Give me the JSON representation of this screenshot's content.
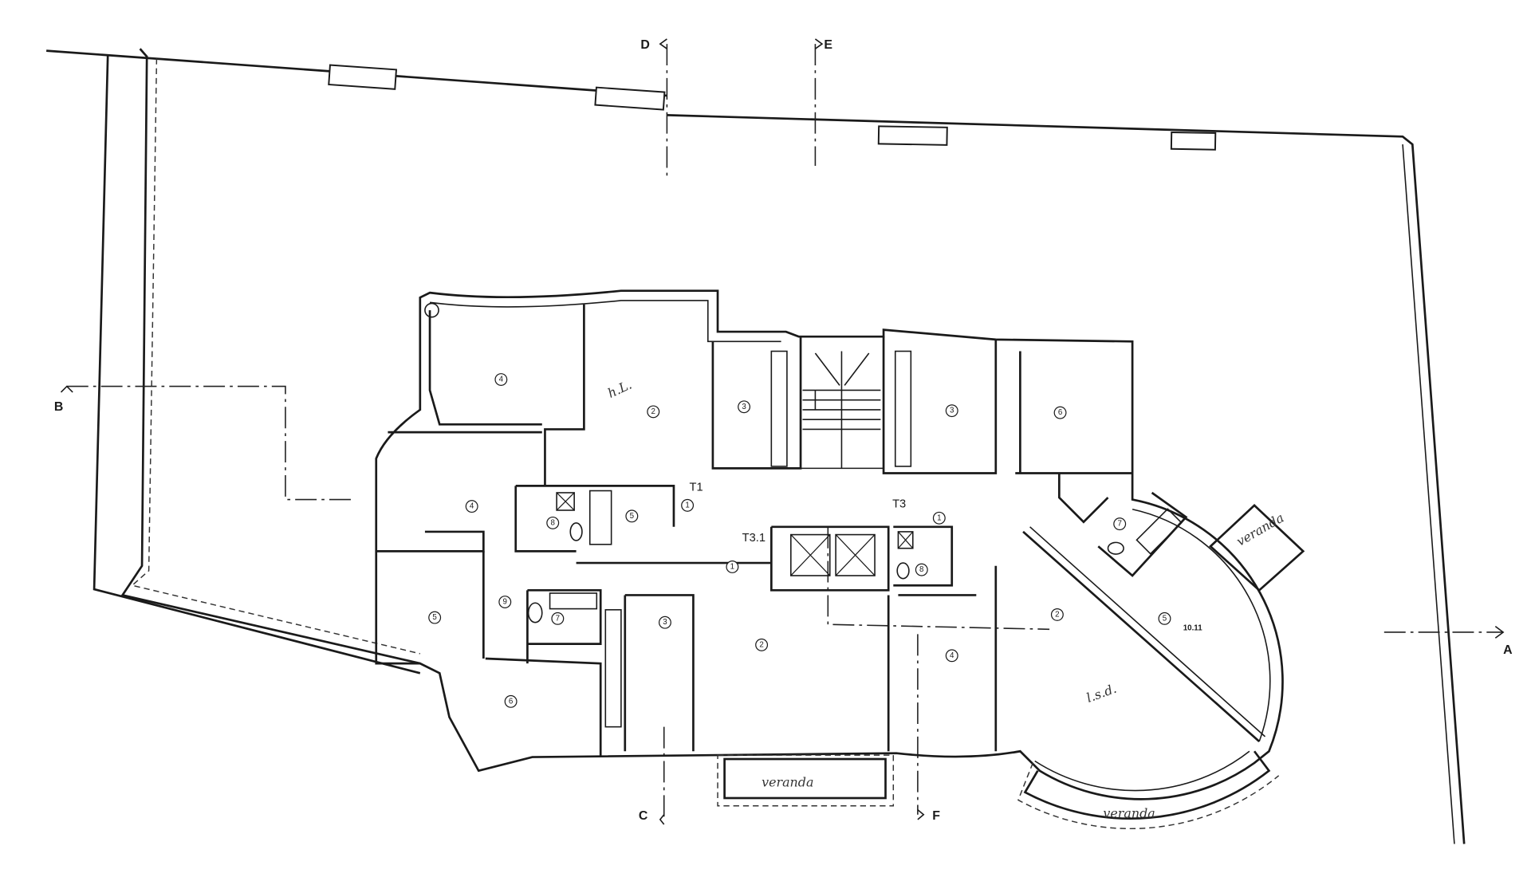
{
  "sections": {
    "D": "D",
    "E": "E",
    "B": "B",
    "A": "A",
    "C": "C",
    "F": "F"
  },
  "markers": {
    "t1": "T1",
    "t3": "T3",
    "t31": "T3.1"
  },
  "area_label": "10.11",
  "handwritten": {
    "veranda_bottom": "veranda",
    "veranda_round": "veranda",
    "veranda_right": "veranda",
    "living": "l.s.d.",
    "note_top": "h.L."
  },
  "rooms": [
    "4",
    "2",
    "3",
    "3",
    "6",
    "4",
    "8",
    "5",
    "1",
    "1",
    "1",
    "9",
    "7",
    "5",
    "3",
    "2",
    "4",
    "8",
    "6",
    "7",
    "2",
    "5"
  ]
}
